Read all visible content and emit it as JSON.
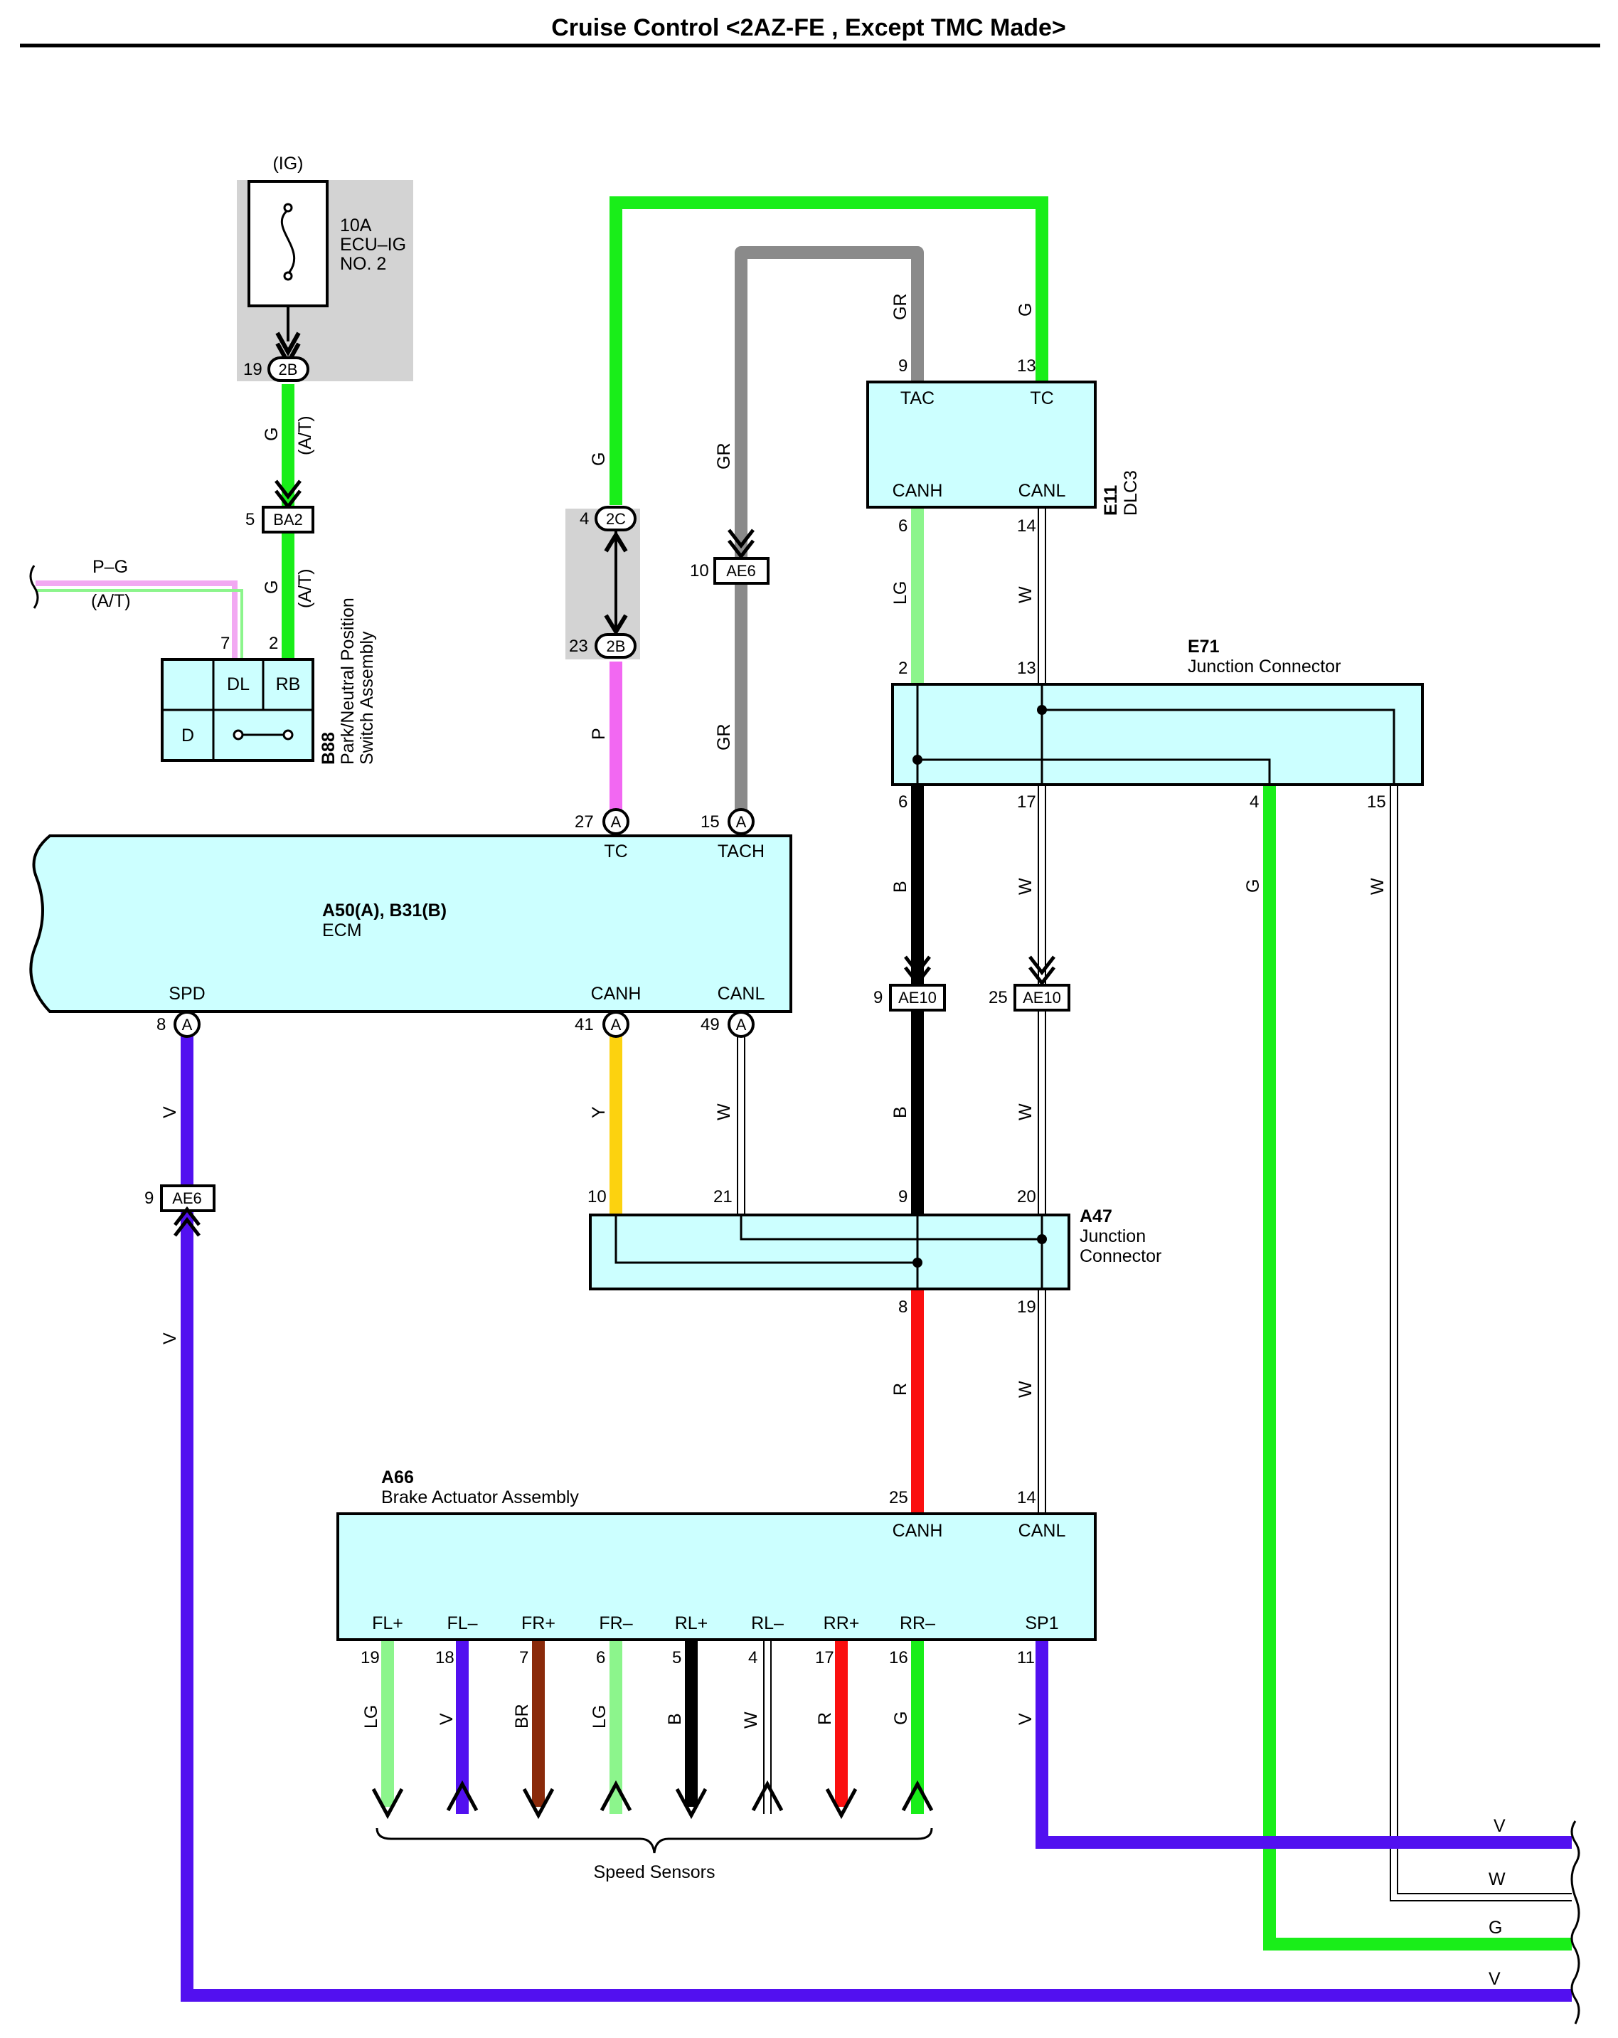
{
  "title": "Cruise Control <2AZ-FE , Except TMC Made>",
  "colors": {
    "G": "#19ee19",
    "LG": "#8cf58c",
    "GR": "#8a8a8a",
    "P": "#f268f2",
    "P_G": "#f2a8f2",
    "Y": "#fcd20f",
    "W": "#ffffff",
    "B": "#000000",
    "R": "#fa0f0f",
    "V": "#5210f0",
    "BR": "#8a2a0a",
    "component": "#ccffff",
    "fuse_bg": "#d3d3d3"
  },
  "fuse": {
    "ig": "(IG)",
    "l1": "10A",
    "l2": "ECU–IG",
    "l3": "NO. 2"
  },
  "connectors": {
    "c2B_top": {
      "pin": "19",
      "id": "2B"
    },
    "cBA2": {
      "pin": "5",
      "id": "BA2"
    },
    "c2C": {
      "pin": "4",
      "id": "2C"
    },
    "c2B_mid": {
      "pin": "23",
      "id": "2B"
    },
    "cAE6_gr": {
      "pin": "10",
      "id": "AE6"
    },
    "cAE10_b": {
      "pin": "9",
      "id": "AE10"
    },
    "cAE10_w": {
      "pin": "25",
      "id": "AE10"
    },
    "cAE6_v": {
      "pin": "9",
      "id": "AE6"
    }
  },
  "wire_labels": {
    "g_ig1": "G",
    "at1": "(A/T)",
    "g_ig2": "G",
    "at2": "(A/T)",
    "pg": "P–G",
    "pg_at": "(A/T)",
    "g_top": "G",
    "p_tc": "P",
    "gr1": "GR",
    "gr2": "GR",
    "gr_dlc": "GR",
    "g_dlc": "G",
    "lg_dlc": "LG",
    "w_dlc": "W",
    "b_e71": "B",
    "w_e71": "W",
    "g_e71": "G",
    "w_e71b": "W",
    "b_ae10": "B",
    "w_ae10": "W",
    "y_canh": "Y",
    "w_canl": "W",
    "v_spd": "V",
    "v_spd2": "V",
    "r_canh": "R",
    "w_canl2": "W",
    "v_right1": "V",
    "w_right": "W",
    "g_right": "G",
    "v_right2": "V"
  },
  "b88": {
    "id": "B88",
    "name1": "Park/Neutral Position",
    "name2": "Switch Assembly",
    "pin7": "7",
    "pin2": "2",
    "dl": "DL",
    "rb": "RB",
    "d": "D"
  },
  "ecm": {
    "id": "A50(A), B31(B)",
    "name": "ECM",
    "tc": "TC",
    "tach": "TACH",
    "spd": "SPD",
    "canh": "CANH",
    "canl": "CANL",
    "pin27": "27",
    "pin15": "15",
    "pin8": "8",
    "pin41": "41",
    "pin49": "49",
    "a": "A"
  },
  "dlc3": {
    "id": "E11",
    "name": "DLC3",
    "tac": "TAC",
    "tc": "TC",
    "canh": "CANH",
    "canl": "CANL",
    "pin9": "9",
    "pin13": "13",
    "pin6": "6",
    "pin14": "14"
  },
  "e71": {
    "id": "E71",
    "name": "Junction Connector",
    "pin2": "2",
    "pin13": "13",
    "pin6": "6",
    "pin17": "17",
    "pin4": "4",
    "pin15": "15"
  },
  "a47": {
    "id": "A47",
    "name1": "Junction",
    "name2": "Connector",
    "pin10": "10",
    "pin21": "21",
    "pin9": "9",
    "pin20": "20",
    "pin8": "8",
    "pin19": "19"
  },
  "a66": {
    "id": "A66",
    "name": "Brake Actuator Assembly",
    "canh": "CANH",
    "canl": "CANL",
    "pin25": "25",
    "pin14": "14",
    "terminals": [
      {
        "name": "FL+",
        "pin": "19",
        "wire": "LG"
      },
      {
        "name": "FL–",
        "pin": "18",
        "wire": "V"
      },
      {
        "name": "FR+",
        "pin": "7",
        "wire": "BR"
      },
      {
        "name": "FR–",
        "pin": "6",
        "wire": "LG"
      },
      {
        "name": "RL+",
        "pin": "5",
        "wire": "B"
      },
      {
        "name": "RL–",
        "pin": "4",
        "wire": "W"
      },
      {
        "name": "RR+",
        "pin": "17",
        "wire": "R"
      },
      {
        "name": "RR–",
        "pin": "16",
        "wire": "G"
      },
      {
        "name": "SP1",
        "pin": "11",
        "wire": "V"
      }
    ]
  },
  "speed_sensors": "Speed Sensors"
}
